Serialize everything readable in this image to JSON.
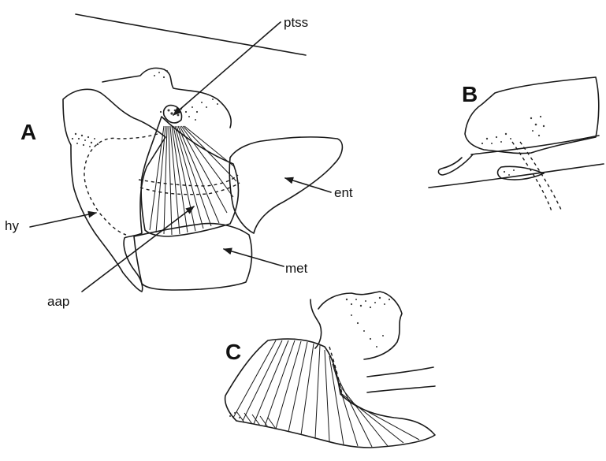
{
  "panels": {
    "a": "A",
    "b": "B",
    "c": "C"
  },
  "labels": {
    "ptss": "ptss",
    "ent": "ent",
    "hy": "hy",
    "met": "met",
    "aap": "aap"
  }
}
